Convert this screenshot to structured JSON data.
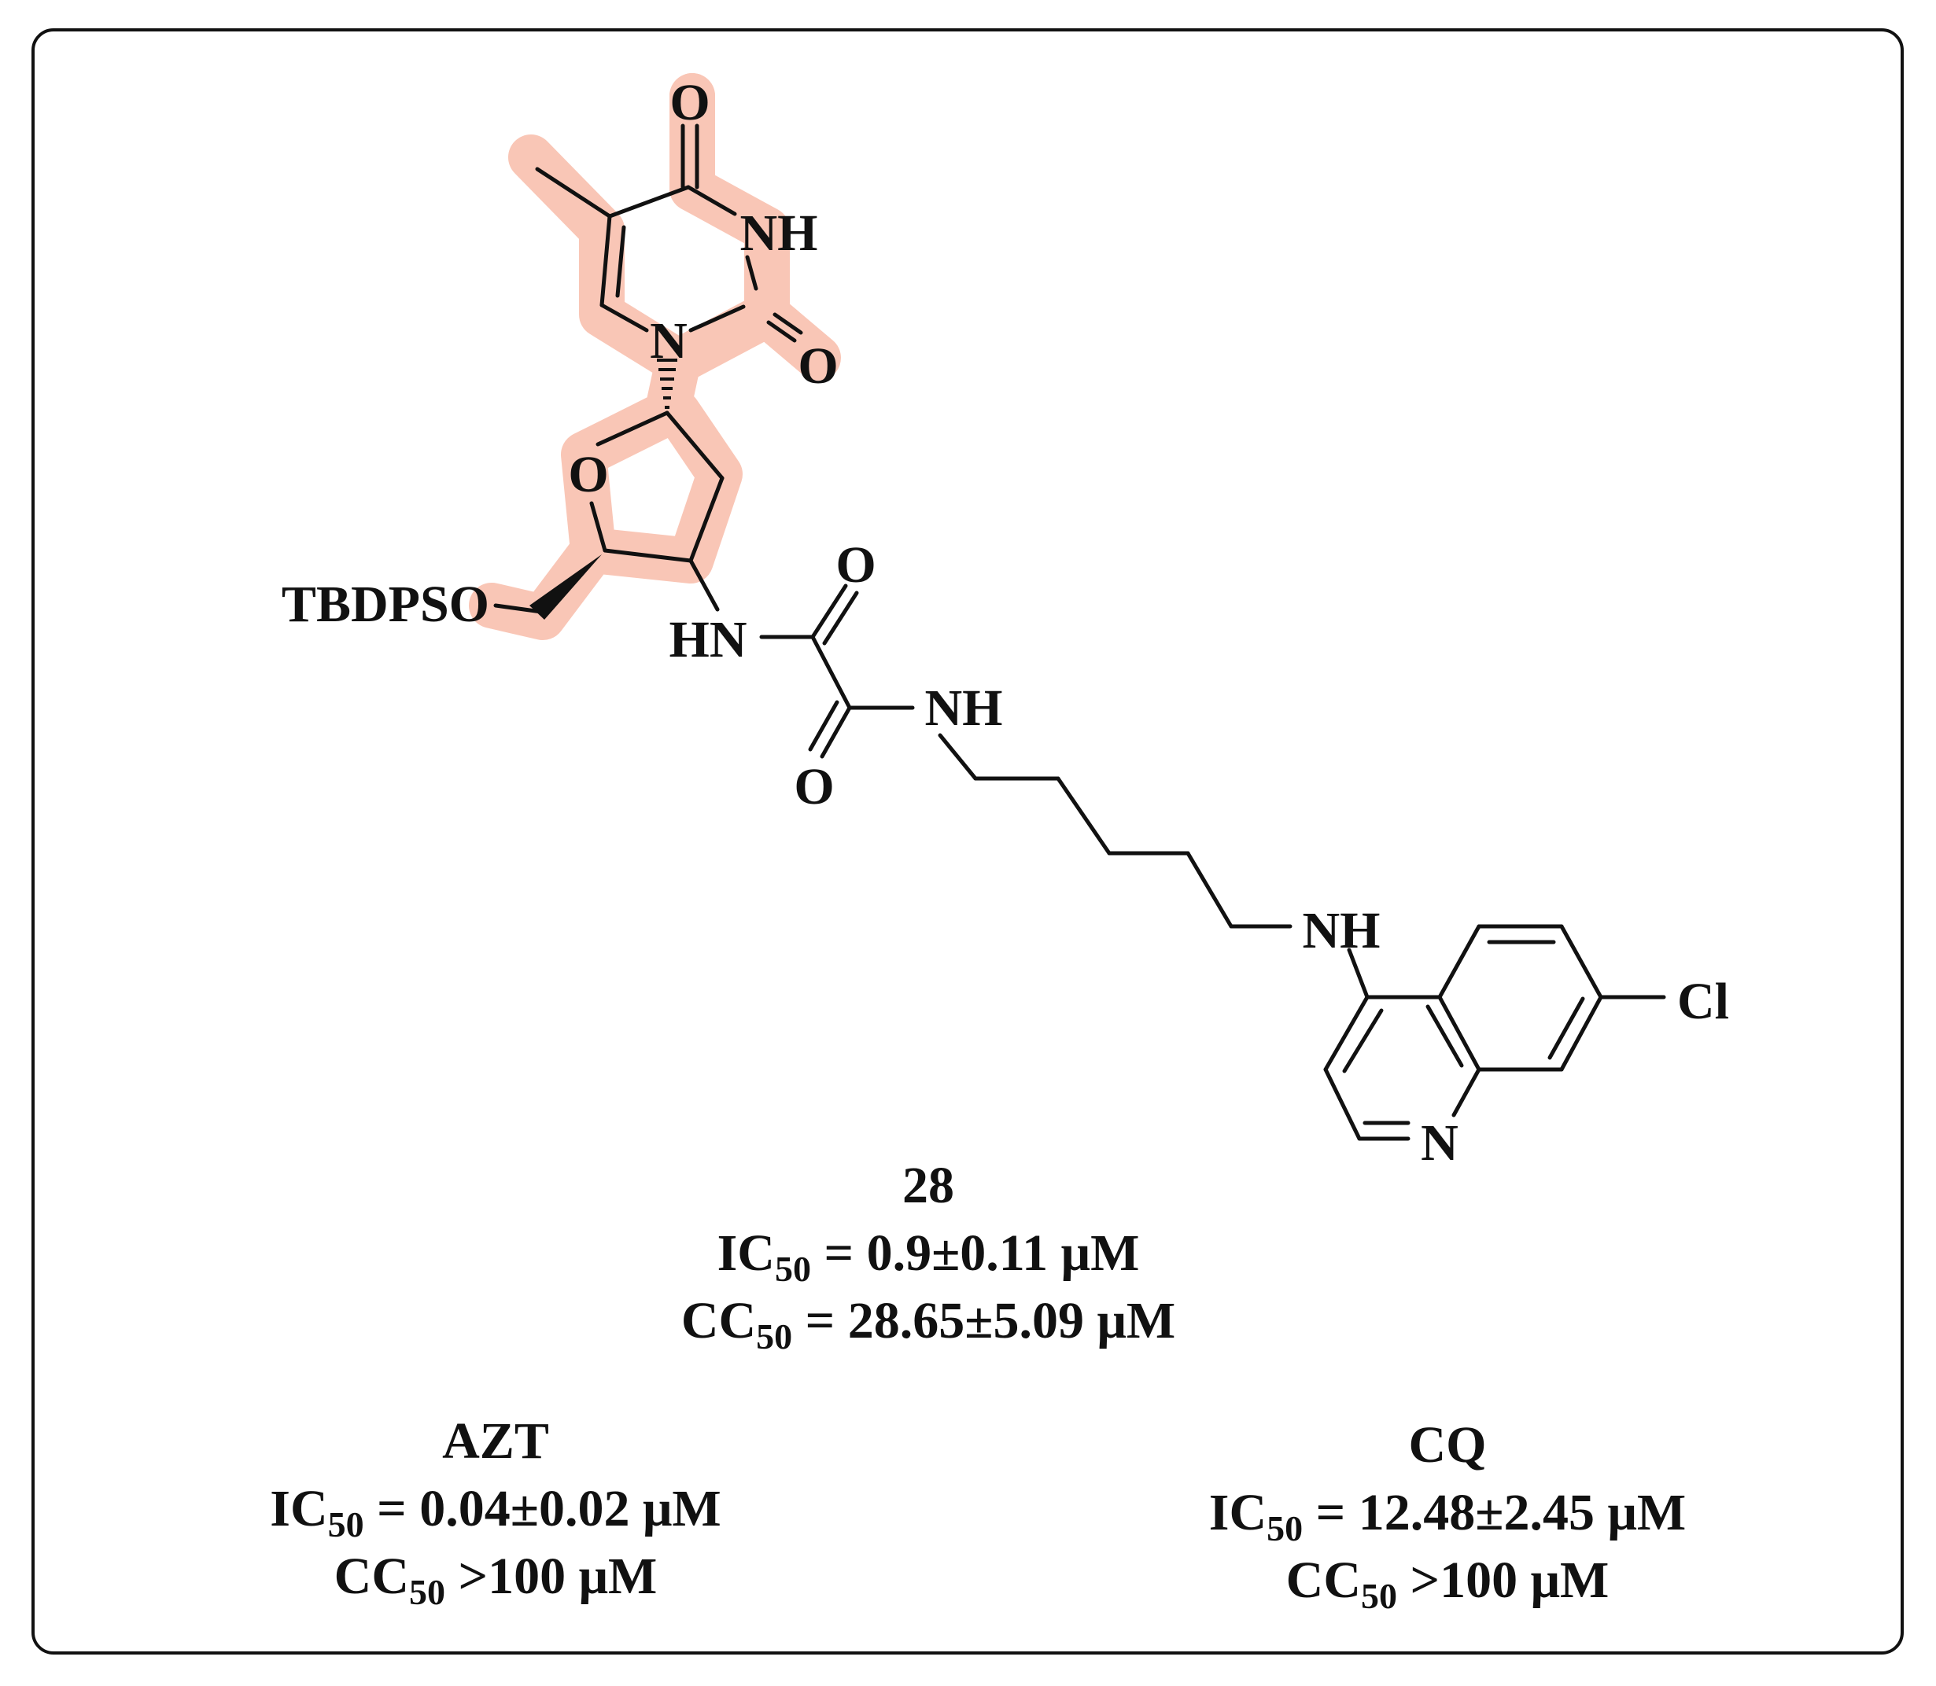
{
  "highlight_color": "#f9c6b6",
  "molecule": {
    "atoms": {
      "o_top": "O",
      "nh_ring": "NH",
      "o_right": "O",
      "n1": "N",
      "o_ring": "O",
      "tbdpso": "TBDPSO",
      "hn": "HN",
      "o_ox1": "O",
      "nh_amide": "NH",
      "o_ox2": "O",
      "nh_quin": "NH",
      "cl": "Cl",
      "n_quin": "N"
    }
  },
  "compound": {
    "label": "28",
    "ic50_prefix": "IC",
    "ic50_sub": "50",
    "ic50_value": " = 0.9±0.11 μM",
    "cc50_prefix": "CC",
    "cc50_sub": "50",
    "cc50_value": " = 28.65±5.09 μM"
  },
  "azt": {
    "label": "AZT",
    "ic50_prefix": "IC",
    "ic50_sub": "50",
    "ic50_value": " = 0.04±0.02 μM",
    "cc50_prefix": "CC",
    "cc50_sub": "50",
    "cc50_value": " >100 μM"
  },
  "cq": {
    "label": "CQ",
    "ic50_prefix": "IC",
    "ic50_sub": "50",
    "ic50_value": " = 12.48±2.45 μM",
    "cc50_prefix": "CC",
    "cc50_sub": "50",
    "cc50_value": " >100 μM"
  }
}
